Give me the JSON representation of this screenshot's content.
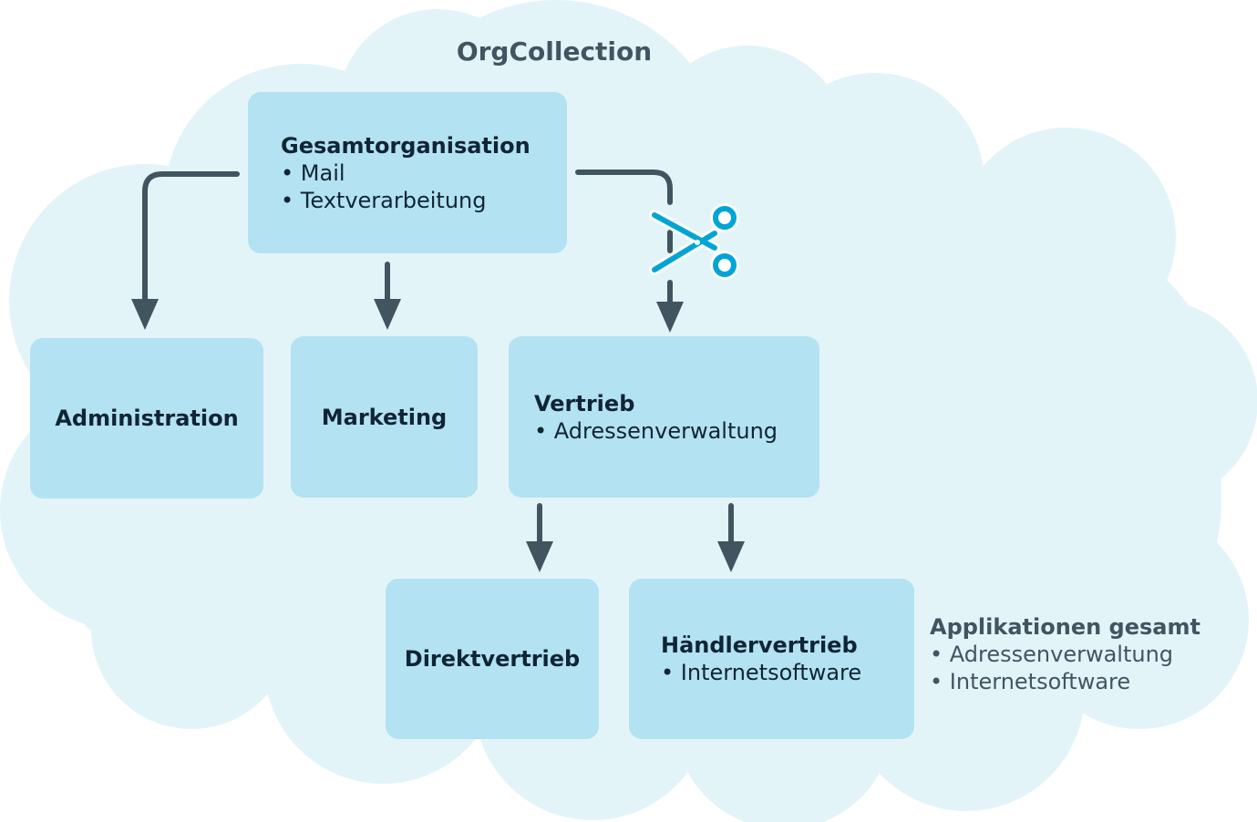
{
  "diagram": {
    "title": "OrgCollection",
    "colors": {
      "cloud": "#e3f4f9",
      "box": "#b3e2f2",
      "arrow": "#415561",
      "scissors": "#00a5d6",
      "text_dark": "#0f2534",
      "text_muted": "#415561"
    },
    "nodes": {
      "gesamt": {
        "name": "Gesamtorganisation",
        "items": [
          "Mail",
          "Textverarbeitung"
        ]
      },
      "admin": {
        "name": "Administration"
      },
      "marketing": {
        "name": "Marketing"
      },
      "vertrieb": {
        "name": "Vertrieb",
        "items": [
          "Adressenverwaltung"
        ]
      },
      "direkt": {
        "name": "Direktvertrieb"
      },
      "haendler": {
        "name": "Händlervertrieb",
        "items": [
          "Internetsoftware"
        ]
      }
    },
    "edges": [
      {
        "from": "Gesamtorganisation",
        "to": "Administration"
      },
      {
        "from": "Gesamtorganisation",
        "to": "Marketing"
      },
      {
        "from": "Gesamtorganisation",
        "to": "Vertrieb",
        "cut": true
      },
      {
        "from": "Vertrieb",
        "to": "Direktvertrieb"
      },
      {
        "from": "Vertrieb",
        "to": "Händlervertrieb"
      }
    ],
    "summary": {
      "title": "Applikationen gesamt",
      "items": [
        "Adressenverwaltung",
        "Internetsoftware"
      ]
    },
    "icons": {
      "cut": "scissors-icon"
    }
  }
}
